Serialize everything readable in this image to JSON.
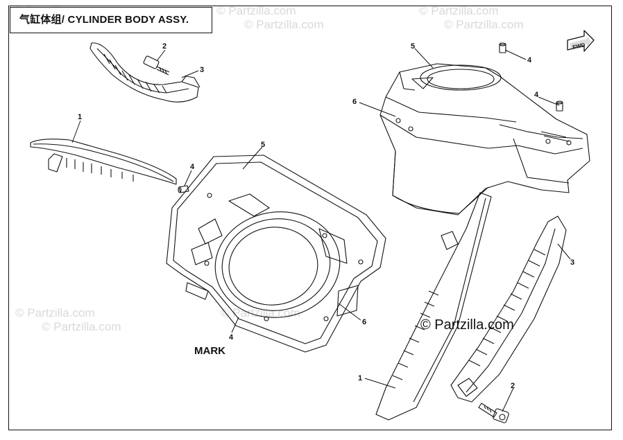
{
  "title": "气缸体组/ CYLINDER BODY ASSY.",
  "watermarks": [
    "© Partzilla.com",
    "© Partzilla.com",
    "© Partzilla.com",
    "© Partzilla.com",
    "© Partzilla.com",
    "© Partzilla.com",
    "© Partzilla.com",
    "© Partzilla.com"
  ],
  "watermark_main": "© Partzilla.com",
  "fwd_label": "FWD",
  "mark_label": "MARK",
  "callouts": [
    "2",
    "3",
    "1",
    "4",
    "5",
    "5",
    "4",
    "4",
    "6",
    "6",
    "4",
    "3",
    "1",
    "2"
  ]
}
